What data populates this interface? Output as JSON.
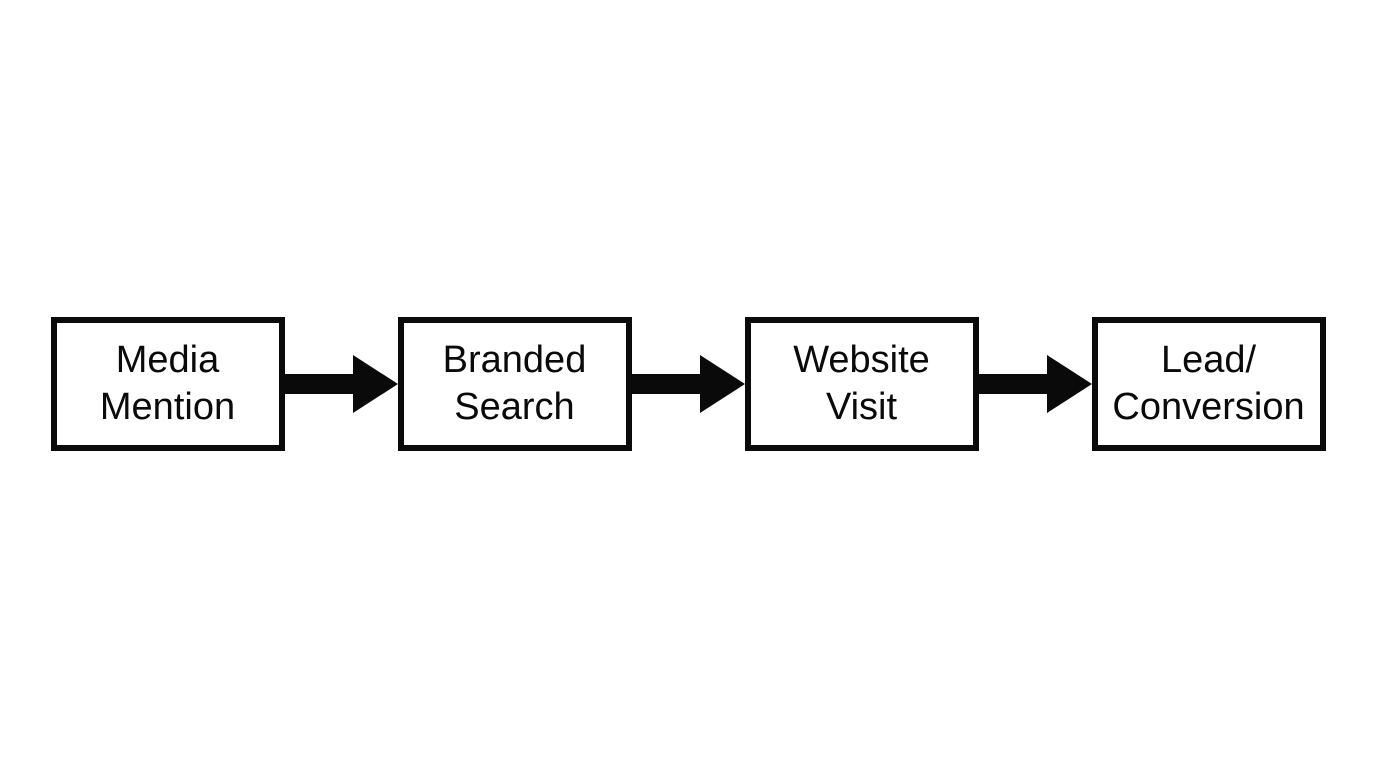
{
  "diagram": {
    "type": "flowchart",
    "orientation": "horizontal",
    "steps": [
      {
        "id": "media-mention",
        "label": "Media\nMention"
      },
      {
        "id": "branded-search",
        "label": "Branded\nSearch"
      },
      {
        "id": "website-visit",
        "label": "Website\nVisit"
      },
      {
        "id": "lead-conversion",
        "label": "Lead/\nConversion"
      }
    ],
    "connections": [
      {
        "from": "media-mention",
        "to": "branded-search"
      },
      {
        "from": "branded-search",
        "to": "website-visit"
      },
      {
        "from": "website-visit",
        "to": "lead-conversion"
      }
    ],
    "colors": {
      "background": "#ffffff",
      "box_border": "#0a0a0a",
      "box_fill": "#ffffff",
      "text": "#0a0a0a",
      "arrow": "#0a0a0a"
    }
  }
}
